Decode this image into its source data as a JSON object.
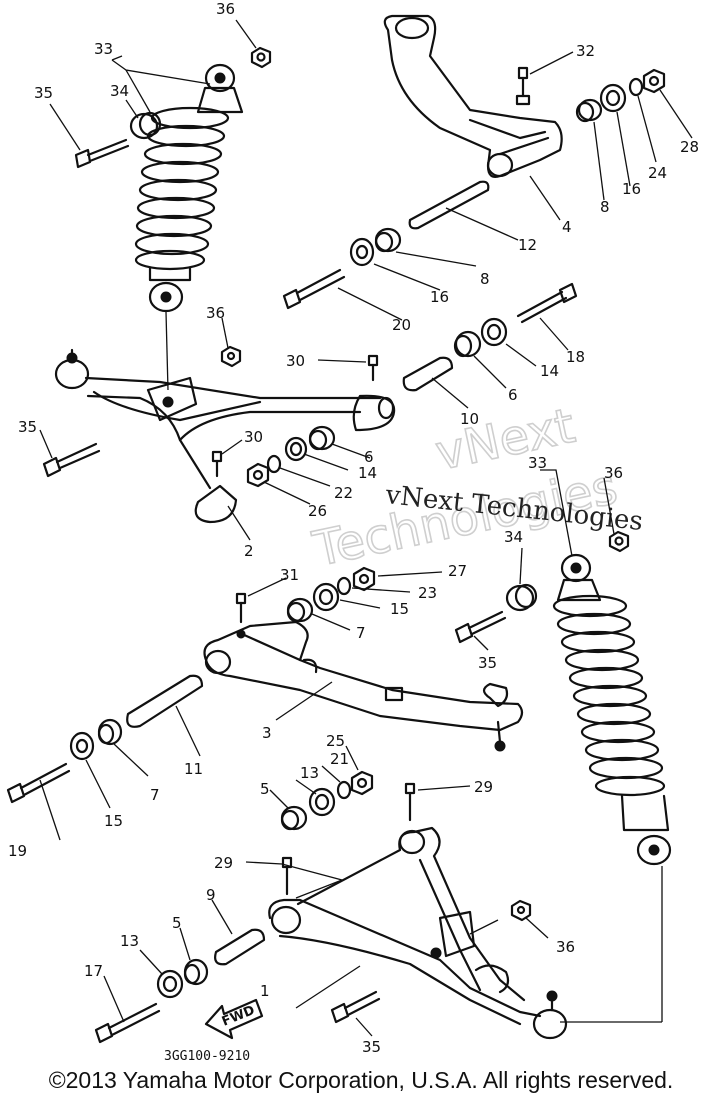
{
  "diagram": {
    "drawing_code": "3GG100-9210",
    "fwd_label": "FWD",
    "copyright": "©2013 Yamaha Motor Corporation, U.S.A. All rights reserved.",
    "watermark": {
      "outline_line1": "vNext",
      "outline_line2": "Technologies",
      "inline": "vNext Technologies"
    },
    "callouts": [
      "1",
      "2",
      "3",
      "4",
      "5",
      "5",
      "6",
      "6",
      "7",
      "7",
      "8",
      "8",
      "9",
      "10",
      "11",
      "12",
      "13",
      "13",
      "14",
      "14",
      "15",
      "15",
      "16",
      "16",
      "17",
      "18",
      "19",
      "20",
      "21",
      "22",
      "23",
      "24",
      "25",
      "26",
      "27",
      "28",
      "29",
      "29",
      "30",
      "30",
      "31",
      "32",
      "33",
      "33",
      "34",
      "34",
      "35",
      "35",
      "35",
      "35",
      "36",
      "36",
      "36",
      "36"
    ]
  }
}
